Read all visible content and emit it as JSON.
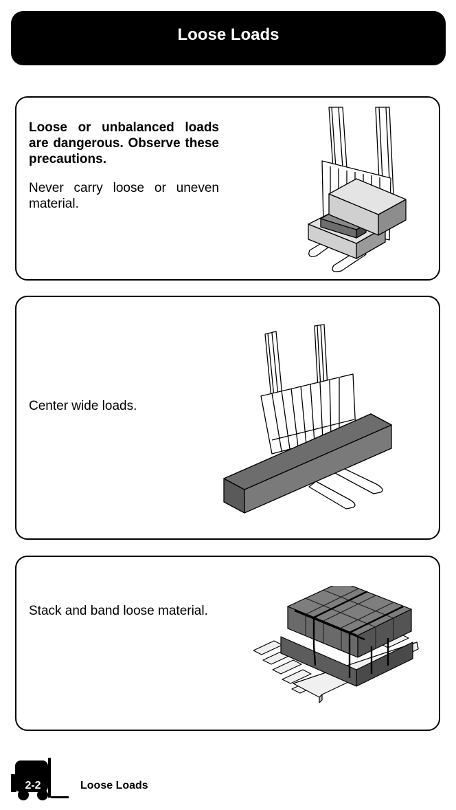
{
  "header": {
    "title": "Loose Loads"
  },
  "sections": [
    {
      "bold_text": "Loose or unbalanced loads are dangerous. Observe these precautions.",
      "body_text": "Never carry loose or uneven material."
    },
    {
      "body_text": "Center wide loads."
    },
    {
      "body_text": "Stack and band loose material."
    }
  ],
  "footer": {
    "page_number": "2-2",
    "section_label": "Loose Loads"
  }
}
